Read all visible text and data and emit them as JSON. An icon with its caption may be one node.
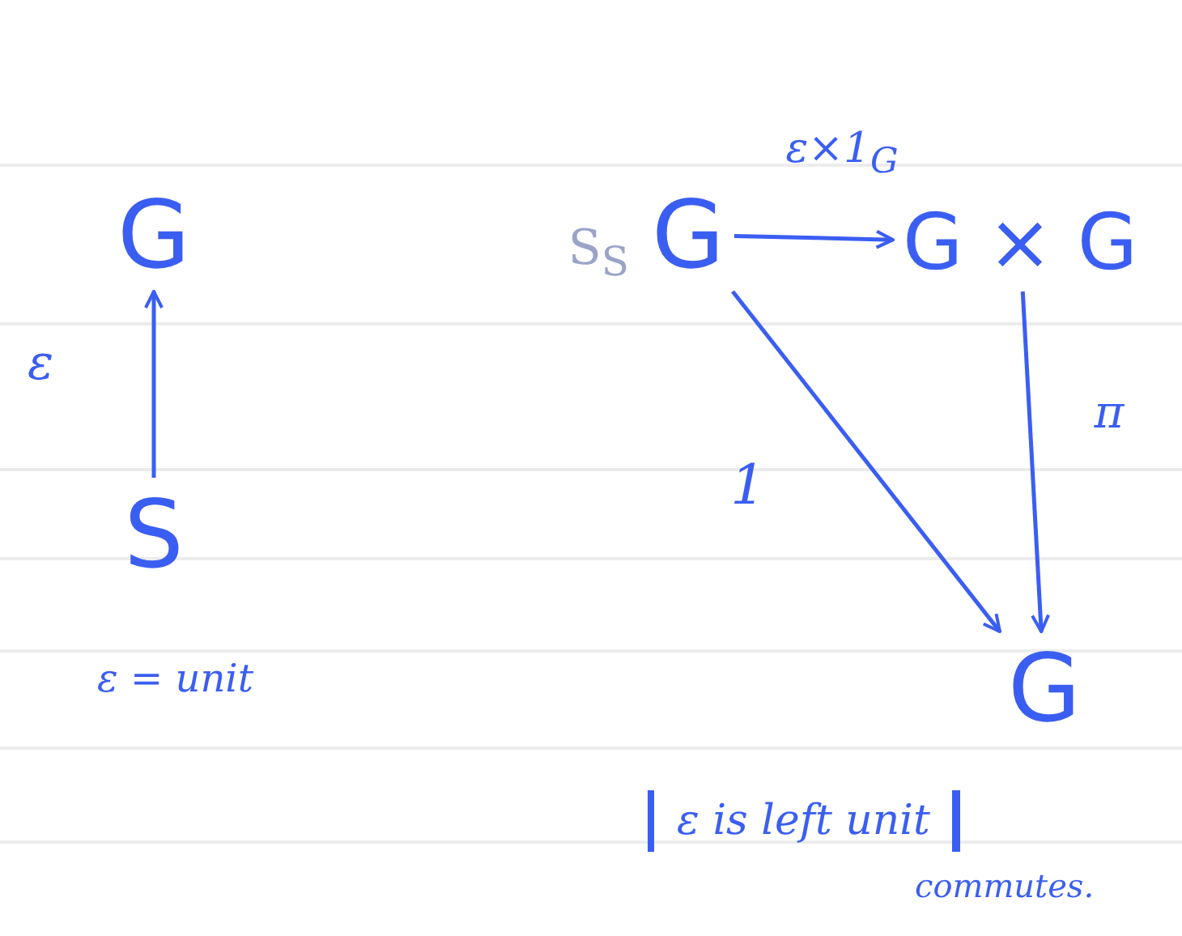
{
  "diagram": {
    "nodes": [
      {
        "text": [
          "G"
        ]
      },
      {
        "text": [
          "S"
        ]
      },
      {
        "text": [
          "G"
        ],
        "beside": [
          "S$_{S}$"
        ]
      },
      {
        "text": [
          "G × G"
        ]
      },
      {
        "text": [
          "G"
        ]
      }
    ],
    "edges": [
      {
        "from": 1,
        "to": 0,
        "arrow": "to",
        "label": "ε"
      },
      {
        "from": 2,
        "to": 3,
        "arrow": "to",
        "label": "ε×1$_{G}$"
      },
      {
        "from": 3,
        "to": 4,
        "arrow": "to",
        "label": "π"
      },
      {
        "from": 2,
        "to": 4,
        "arrow": "to",
        "label": "1"
      }
    ],
    "labels": [
      "ε = unit",
      "ε is left unit",
      "commutes."
    ]
  }
}
